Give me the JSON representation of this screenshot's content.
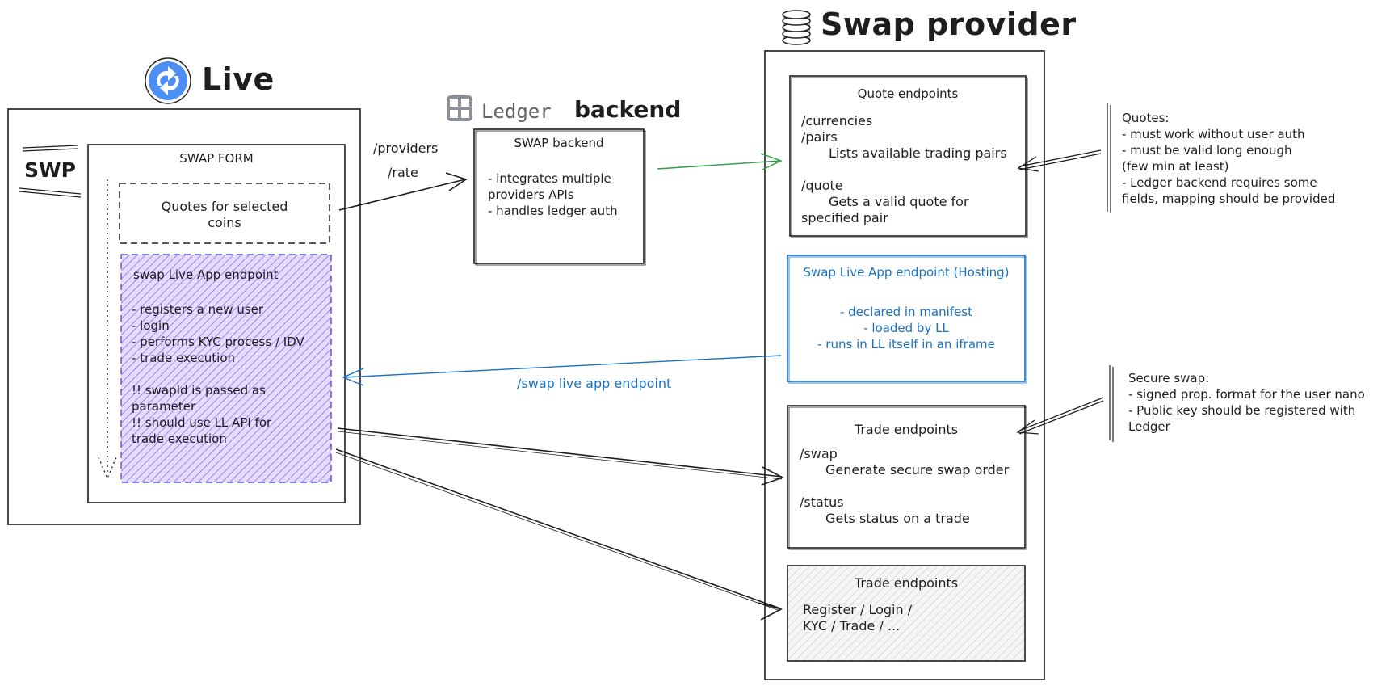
{
  "live": {
    "title": "Live"
  },
  "ledger": {
    "wordmark": "Ledger",
    "backend_label": "backend"
  },
  "swap_provider": {
    "title": "Swap provider"
  },
  "swp_label": "SWP",
  "swap_form": {
    "title": "SWAP FORM",
    "quotes_box": "Quotes for selected\ncoins",
    "live_app_box": {
      "title": "swap Live App endpoint",
      "items": [
        "- registers a new user",
        "- login",
        "- performs KYC process / IDV",
        "- trade execution"
      ],
      "notes": [
        "!! swapId is passed as\nparameter",
        "!! should use LL API for\ntrade execution"
      ]
    }
  },
  "arrows": {
    "providers": "/providers",
    "rate": "/rate",
    "swap_live_app_endpoint": "/swap live app endpoint"
  },
  "swap_backend": {
    "title": "SWAP backend",
    "body": "- integrates multiple\nproviders APIs\n- handles ledger auth"
  },
  "quote_endpoints": {
    "title": "Quote endpoints",
    "currencies": "/currencies",
    "pairs": "/pairs",
    "pairs_desc": "Lists available trading pairs",
    "quote": "/quote",
    "quote_desc": "Gets a valid quote for\nspecified pair"
  },
  "hosting": {
    "title": "Swap Live App endpoint (Hosting)",
    "lines": "- declared in manifest\n- loaded by LL\n- runs in LL itself in an iframe"
  },
  "trade_endpoints": {
    "title": "Trade endpoints",
    "swap": "/swap",
    "swap_desc": "Generate secure swap order",
    "status": "/status",
    "status_desc": "Gets status on a trade"
  },
  "trade_endpoints_2": {
    "title": "Trade endpoints",
    "body": "Register / Login /\nKYC / Trade / ..."
  },
  "notes": {
    "quotes": "Quotes:\n- must work without user auth\n- must be valid long enough\n(few min at least)\n- Ledger backend requires some\nfields, mapping should be provided",
    "secure_swap": "Secure swap:\n- signed prop. format for the user nano\n- Public key should be registered with\nLedger"
  },
  "colors": {
    "stroke": "#1e1e1e",
    "purple_fill": "#7048e8",
    "blue": "#1971c2",
    "green": "#2f9e44",
    "live_logo": "#4c8df6"
  }
}
